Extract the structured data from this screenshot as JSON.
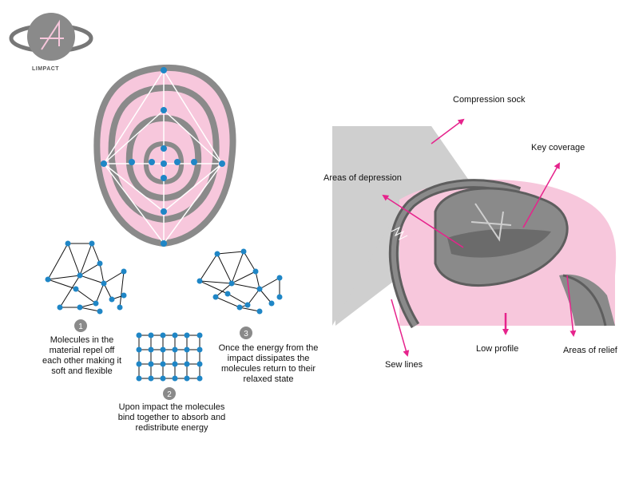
{
  "brand": {
    "name": "LIMPACT"
  },
  "callouts": {
    "compression_sock": "Compression sock",
    "key_coverage": "Key coverage",
    "areas_of_depression": "Areas of depression",
    "sew_lines": "Sew lines",
    "low_profile": "Low profile",
    "areas_of_relief": "Areas of relief"
  },
  "steps": [
    {
      "number": "1",
      "caption": "Molecules in the material repel off each other making it soft and flexible"
    },
    {
      "number": "2",
      "caption": "Upon impact the molecules bind together to absorb and redistribute energy"
    },
    {
      "number": "3",
      "caption": "Once the energy from the impact dissipates the molecules return to their relaxed state"
    }
  ],
  "colors": {
    "pink": "#f7c7dc",
    "gray": "#8a8a8a",
    "dark_gray": "#5e5e5e",
    "light_gray": "#d0d0d0",
    "arrow": "#e6238c",
    "molecule": "#1f86c6"
  }
}
